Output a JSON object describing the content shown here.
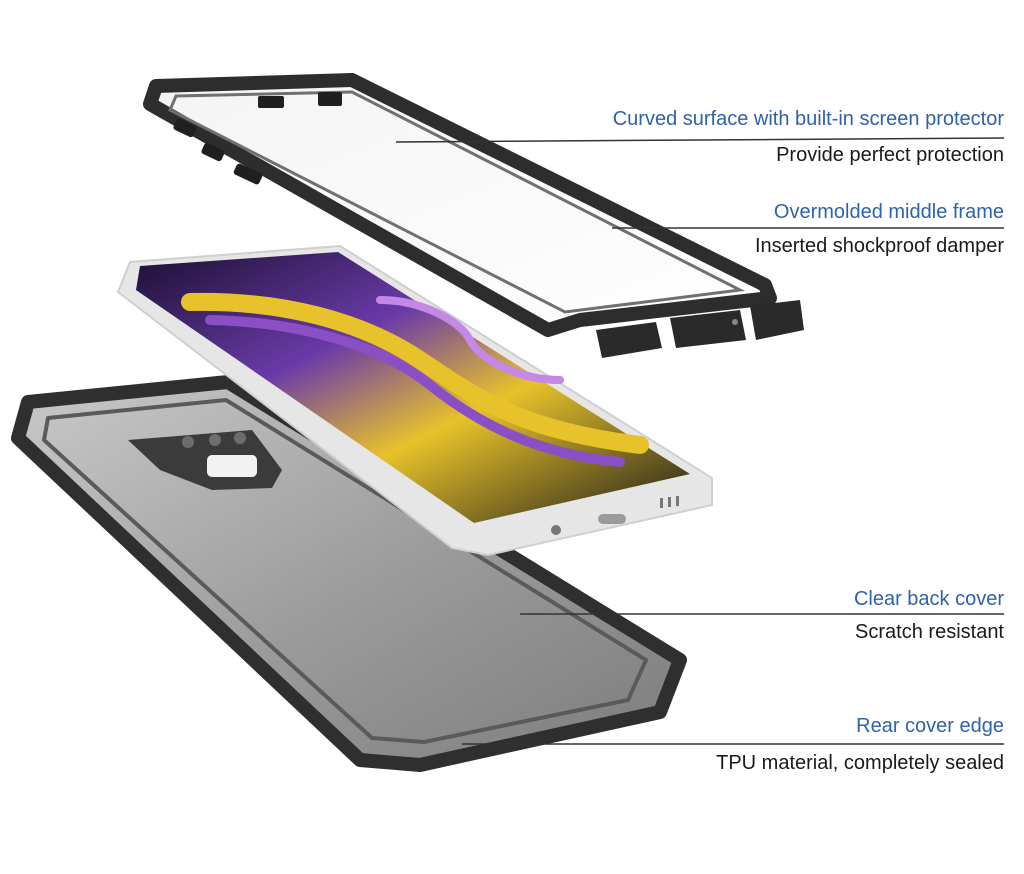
{
  "colors": {
    "callout_title": "#2f62a8",
    "callout_text": "#1a1a1a",
    "case_frame": "#3a3a3a",
    "phone_body": "#e6e6e6",
    "wallpaper_purple": "#8a4fc4",
    "wallpaper_yellow": "#e8c22a"
  },
  "callouts": [
    {
      "title": "Curved surface with built-in screen protector",
      "subtitle": "Provide perfect protection"
    },
    {
      "title": "Overmolded middle frame",
      "subtitle": "Inserted shockproof damper"
    },
    {
      "title": "Clear back cover",
      "subtitle": "Scratch resistant"
    },
    {
      "title": "Rear cover edge",
      "subtitle": "TPU material, completely sealed"
    }
  ]
}
